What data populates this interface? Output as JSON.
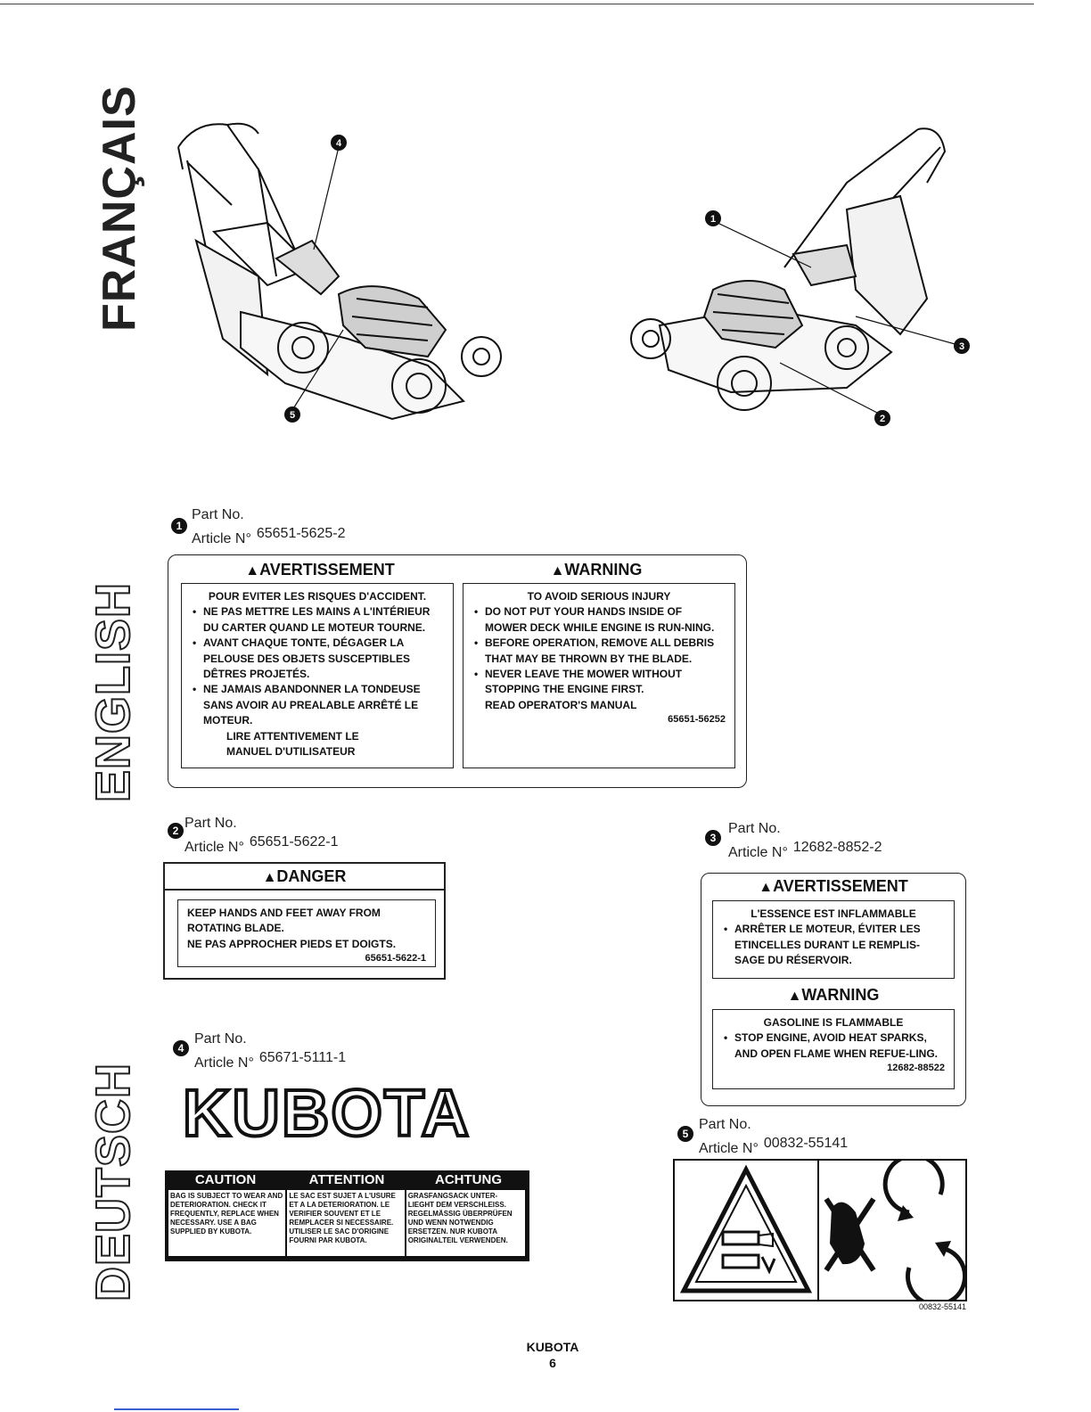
{
  "side_tabs": {
    "top": "FRANÇAIS",
    "middle": "ENGLISH",
    "bottom": "DEUTSCH"
  },
  "callouts": {
    "c1": "1",
    "c2": "2",
    "c3": "3",
    "c4": "4",
    "c5": "5"
  },
  "part_label": {
    "part": "Part No.",
    "article": "Article N°"
  },
  "label1": {
    "number": "65651-5625-2",
    "fr_title": "AVERTISSEMENT",
    "en_title": "WARNING",
    "fr_intro": "POUR EVITER LES RISQUES D'ACCIDENT.",
    "fr_items": [
      "NE PAS METTRE LES MAINS A L'INTÉRIEUR DU CARTER QUAND LE MOTEUR TOURNE.",
      "AVANT CHAQUE TONTE, DÉGAGER LA PELOUSE DES OBJETS SUSCEPTIBLES DÊTRES PROJETÉS.",
      "NE JAMAIS ABANDONNER LA TONDEUSE SANS AVOIR AU PREALABLE ARRÊTÉ LE MOTEUR."
    ],
    "fr_footer": "LIRE ATTENTIVEMENT LE MANUEL D'UTILISATEUR",
    "en_intro": "TO AVOID SERIOUS INJURY",
    "en_items": [
      "DO NOT PUT YOUR HANDS INSIDE OF MOWER DECK WHILE ENGINE IS RUN-NING.",
      "BEFORE OPERATION, REMOVE ALL DEBRIS THAT MAY BE THROWN BY THE BLADE.",
      "NEVER LEAVE THE MOWER WITHOUT STOPPING THE ENGINE FIRST."
    ],
    "en_footer": "READ OPERATOR'S MANUAL",
    "code": "65651-56252"
  },
  "label2": {
    "number": "65651-5622-1",
    "title": "DANGER",
    "lines": [
      "KEEP HANDS AND FEET AWAY FROM",
      "ROTATING BLADE.",
      "NE PAS APPROCHER PIEDS ET DOIGTS."
    ],
    "code": "65651-5622-1"
  },
  "label3": {
    "number": "12682-8852-2",
    "fr_title": "AVERTISSEMENT",
    "fr_intro": "L'ESSENCE EST INFLAMMABLE",
    "fr_item": "ARRÊTER LE MOTEUR, ÉVITER LES ETINCELLES DURANT LE REMPLIS-SAGE DU RÉSERVOIR.",
    "en_title": "WARNING",
    "en_intro": "GASOLINE IS FLAMMABLE",
    "en_item": "STOP ENGINE, AVOID HEAT SPARKS, AND OPEN FLAME WHEN REFUE-LING.",
    "code": "12682-88522"
  },
  "label4": {
    "number": "65671-5111-1",
    "logo": "KUBOTA",
    "bar_titles": [
      "CAUTION",
      "ATTENTION",
      "ACHTUNG"
    ],
    "col_en": "BAG IS SUBJECT TO WEAR AND DETERIORATION. CHECK IT FREQUENTLY, REPLACE WHEN NECESSARY. USE A BAG SUPPLIED BY KUBOTA.",
    "col_fr": "LE SAC EST SUJET A L'USURE ET A LA DETERIORATION. LE VERIFIER SOUVENT ET LE REMPLACER SI NECESSAIRE. UTILISER LE SAC D'ORIGINE FOURNI PAR KUBOTA.",
    "col_de": "GRASFANGSACK UNTER-LIEGHT DEM VERSCHLEISS. REGELMÄSSIG ÜBERPRÜFEN UND WENN NOTWENDIG ERSETZEN. NUR KUBOTA ORIGINALTEIL VERWENDEN."
  },
  "label5": {
    "number": "00832-55141",
    "code": "00832-55141"
  },
  "footer": {
    "brand": "KUBOTA",
    "page": "6"
  }
}
